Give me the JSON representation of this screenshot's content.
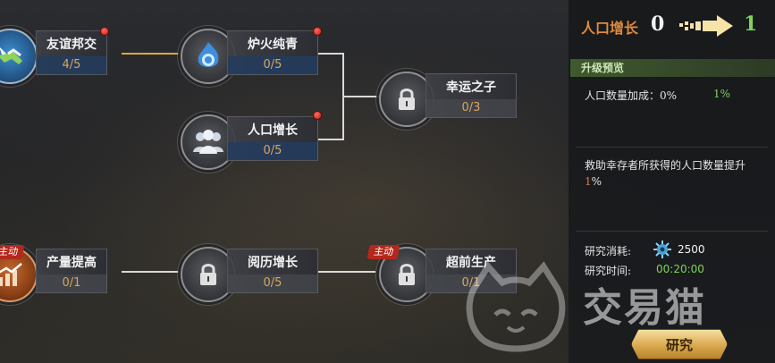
{
  "tree": {
    "nodes": [
      {
        "id": "youyi",
        "title": "友谊邦交",
        "count": "4/5",
        "icon": "handshake-icon",
        "red_dot": true
      },
      {
        "id": "luhuo",
        "title": "炉火纯青",
        "count": "0/5",
        "icon": "flame-icon",
        "red_dot": true
      },
      {
        "id": "renkou",
        "title": "人口增长",
        "count": "0/5",
        "icon": "people-icon",
        "red_dot": true
      },
      {
        "id": "xingyun",
        "title": "幸运之子",
        "count": "0/3",
        "icon": "lock-icon",
        "red_dot": false
      },
      {
        "id": "chanliang",
        "title": "产量提高",
        "count": "0/1",
        "icon": "chart-up-icon",
        "red_dot": false
      },
      {
        "id": "yueli",
        "title": "阅历增长",
        "count": "0/5",
        "icon": "lock-icon",
        "red_dot": false
      },
      {
        "id": "chaoqian",
        "title": "超前生产",
        "count": "0/1",
        "icon": "lock-icon",
        "red_dot": false,
        "tag": "主动"
      }
    ]
  },
  "panel": {
    "skill_name": "人口增长",
    "level_from": "0",
    "level_to": "1",
    "preview_label": "升级预览",
    "stat_label": "人口数量加成：0%",
    "stat_new": "1%",
    "desc_main": "救助幸存者所获得的人口数量提升",
    "desc_value": "1",
    "desc_suffix": "%",
    "cost_label": "研究消耗:",
    "cost_value": "2500",
    "time_label": "研究时间:",
    "time_value": "00:20:00",
    "research_button": "研究"
  },
  "watermark": {
    "text": "交易猫"
  },
  "colors": {
    "accent_orange": "#e08a3c",
    "green": "#7fd35a",
    "gold_button": "#d9a84f",
    "red_dot": "#c21d16"
  }
}
